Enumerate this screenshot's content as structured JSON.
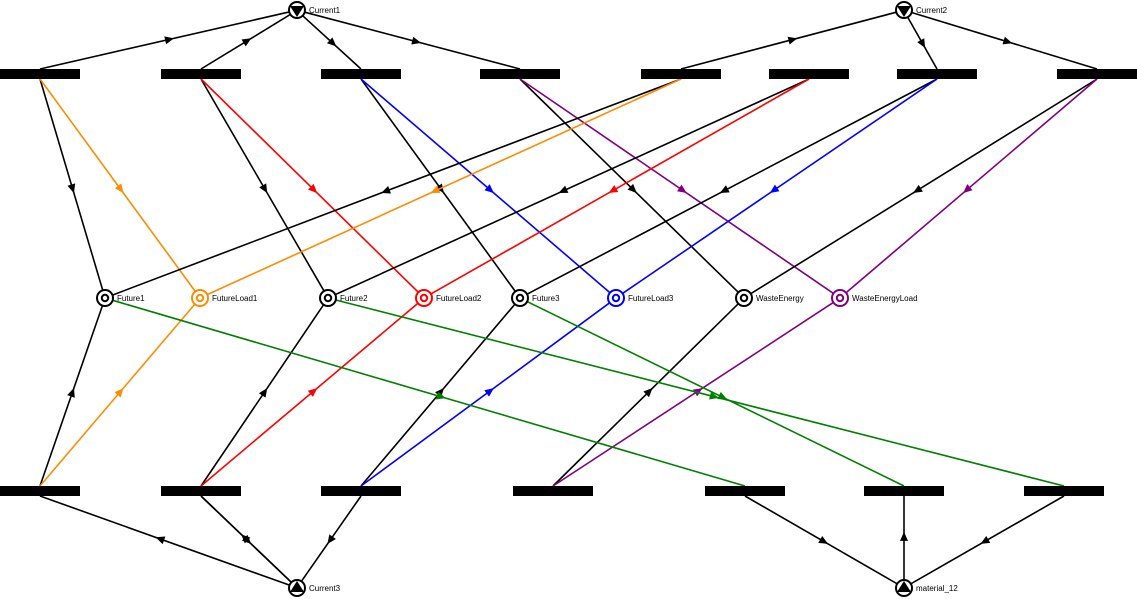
{
  "colors": {
    "default": "#000000",
    "orange": "#FF8C00",
    "red": "#FF0000",
    "blue": "#0000FF",
    "purple": "#800080",
    "green": "#008000"
  },
  "places": [
    {
      "id": "current1",
      "label": "Current1",
      "kind": "source"
    },
    {
      "id": "current2",
      "label": "Current2",
      "kind": "source"
    },
    {
      "id": "current3",
      "label": "Current3",
      "kind": "sink"
    },
    {
      "id": "material12",
      "label": "material_12",
      "kind": "sink"
    },
    {
      "id": "future1",
      "label": "Future1",
      "kind": "target",
      "color": "default"
    },
    {
      "id": "futureload1",
      "label": "FutureLoad1",
      "kind": "target",
      "color": "orange"
    },
    {
      "id": "future2",
      "label": "Future2",
      "kind": "target",
      "color": "default"
    },
    {
      "id": "futureload2",
      "label": "FutureLoad2",
      "kind": "target",
      "color": "red"
    },
    {
      "id": "future3",
      "label": "Future3",
      "kind": "target",
      "color": "default"
    },
    {
      "id": "futureload3",
      "label": "FutureLoad3",
      "kind": "target",
      "color": "blue"
    },
    {
      "id": "wasteenergy",
      "label": "WasteEnergy",
      "kind": "target",
      "color": "default"
    },
    {
      "id": "wasteenergyload",
      "label": "WasteEnergyLoad",
      "kind": "target",
      "color": "purple"
    }
  ],
  "transitions": [
    {
      "id": "t1"
    },
    {
      "id": "t2"
    },
    {
      "id": "t3"
    },
    {
      "id": "t4"
    },
    {
      "id": "t5"
    },
    {
      "id": "t6"
    },
    {
      "id": "t7"
    },
    {
      "id": "t8"
    },
    {
      "id": "b1"
    },
    {
      "id": "b2"
    },
    {
      "id": "b3"
    },
    {
      "id": "b4"
    },
    {
      "id": "b5"
    },
    {
      "id": "b6"
    },
    {
      "id": "b7"
    }
  ],
  "arcs": [
    {
      "from": "t1",
      "to": "current1",
      "color": "default"
    },
    {
      "from": "t2",
      "to": "current1",
      "color": "default"
    },
    {
      "from": "current1",
      "to": "t3",
      "color": "default"
    },
    {
      "from": "current1",
      "to": "t4",
      "color": "default"
    },
    {
      "from": "t5",
      "to": "current2",
      "color": "default"
    },
    {
      "from": "current2",
      "to": "t7",
      "color": "default"
    },
    {
      "from": "current2",
      "to": "t8",
      "color": "default"
    },
    {
      "from": "t1",
      "to": "future1",
      "color": "default"
    },
    {
      "from": "t1",
      "to": "futureload1",
      "color": "orange"
    },
    {
      "from": "t2",
      "to": "future2",
      "color": "default"
    },
    {
      "from": "t2",
      "to": "futureload2",
      "color": "red"
    },
    {
      "from": "t3",
      "to": "future3",
      "color": "default"
    },
    {
      "from": "t3",
      "to": "futureload3",
      "color": "blue"
    },
    {
      "from": "t4",
      "to": "wasteenergy",
      "color": "default"
    },
    {
      "from": "t4",
      "to": "wasteenergyload",
      "color": "purple"
    },
    {
      "from": "t5",
      "to": "future1",
      "color": "default"
    },
    {
      "from": "t5",
      "to": "futureload1",
      "color": "orange"
    },
    {
      "from": "t6",
      "to": "future2",
      "color": "default"
    },
    {
      "from": "t6",
      "to": "futureload2",
      "color": "red"
    },
    {
      "from": "t7",
      "to": "future3",
      "color": "default"
    },
    {
      "from": "t7",
      "to": "futureload3",
      "color": "blue"
    },
    {
      "from": "t8",
      "to": "wasteenergy",
      "color": "default"
    },
    {
      "from": "t8",
      "to": "wasteenergyload",
      "color": "purple"
    },
    {
      "from": "b1",
      "to": "future1",
      "color": "default"
    },
    {
      "from": "b1",
      "to": "futureload1",
      "color": "orange"
    },
    {
      "from": "b2",
      "to": "future2",
      "color": "default"
    },
    {
      "from": "b2",
      "to": "futureload2",
      "color": "red"
    },
    {
      "from": "b3",
      "to": "future3",
      "color": "default"
    },
    {
      "from": "b3",
      "to": "futureload3",
      "color": "blue"
    },
    {
      "from": "b4",
      "to": "wasteenergy",
      "color": "default"
    },
    {
      "from": "b4",
      "to": "wasteenergyload",
      "color": "purple"
    },
    {
      "from": "future1",
      "to": "b5",
      "color": "green"
    },
    {
      "from": "future2",
      "to": "b7",
      "color": "green"
    },
    {
      "from": "future3",
      "to": "b6",
      "color": "green"
    },
    {
      "from": "current3",
      "to": "b1",
      "color": "default"
    },
    {
      "from": "current3",
      "to": "b2",
      "color": "default"
    },
    {
      "from": "b2",
      "to": "current3",
      "color": "default"
    },
    {
      "from": "b3",
      "to": "current3",
      "color": "default"
    },
    {
      "from": "b5",
      "to": "material12",
      "color": "default"
    },
    {
      "from": "material12",
      "to": "b6",
      "color": "default"
    },
    {
      "from": "b7",
      "to": "material12",
      "color": "default"
    }
  ]
}
